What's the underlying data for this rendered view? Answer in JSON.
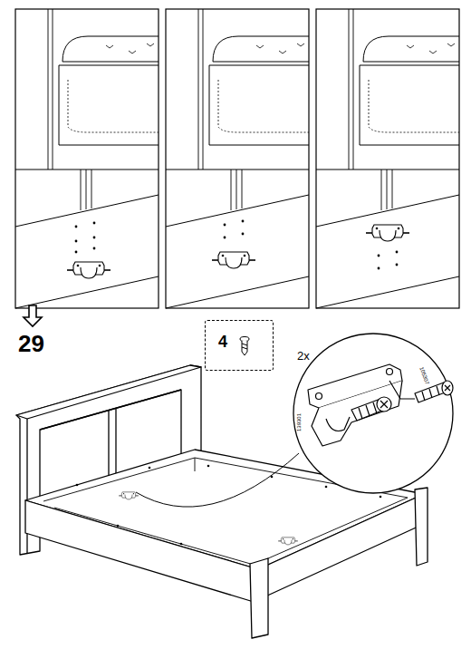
{
  "diagram": {
    "nodes": [
      {
        "text": [
          "4"
        ]
      }
    ],
    "labels": [
      "29",
      "2x",
      "105307",
      "139301"
    ]
  }
}
